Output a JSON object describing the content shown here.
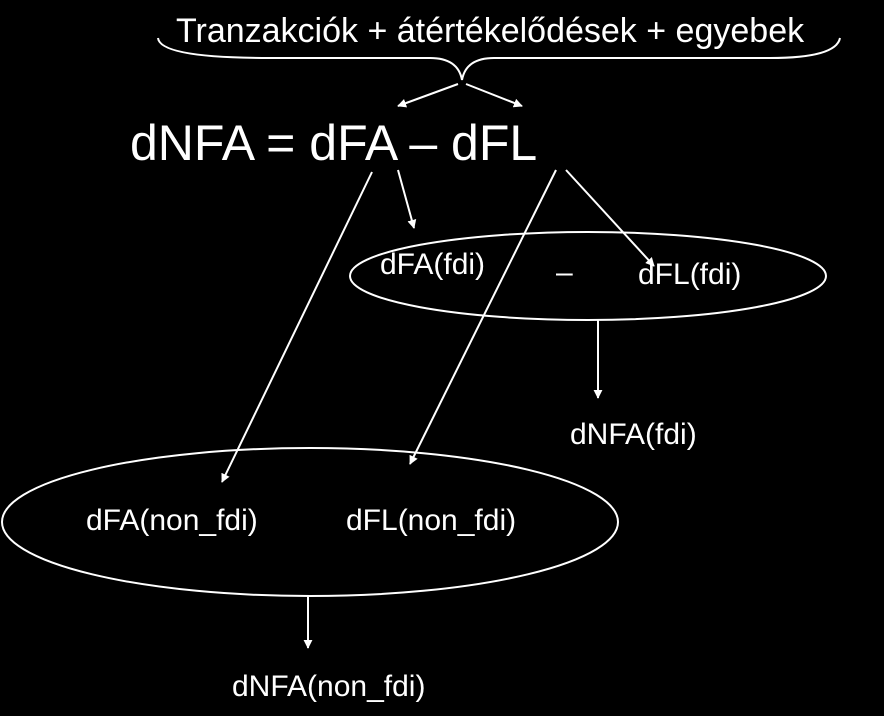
{
  "colors": {
    "background": "#000000",
    "foreground": "#ffffff"
  },
  "header": {
    "text": "Tranzakciók + átértékelődések + egyebek"
  },
  "equation": {
    "text": "dNFA = dFA – dFL"
  },
  "fdi_group": {
    "left_term": "dFA(fdi)",
    "operator": "–",
    "right_term": "dFL(fdi)",
    "result": "dNFA(fdi)"
  },
  "non_fdi_group": {
    "left_term": "dFA(non_fdi)",
    "right_term": "dFL(non_fdi)",
    "result": "dNFA(non_fdi)"
  }
}
